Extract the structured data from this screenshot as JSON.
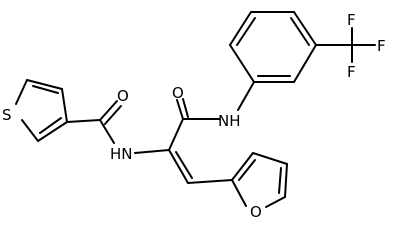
{
  "molecule": {
    "atoms": {
      "S": "S",
      "O_carbonyl_left": "O",
      "NH_left": "HN",
      "O_carbonyl_right": "O",
      "NH_right": "NH",
      "O_furan": "O",
      "F_top": "F",
      "F_right": "F",
      "F_bottom": "F"
    }
  }
}
